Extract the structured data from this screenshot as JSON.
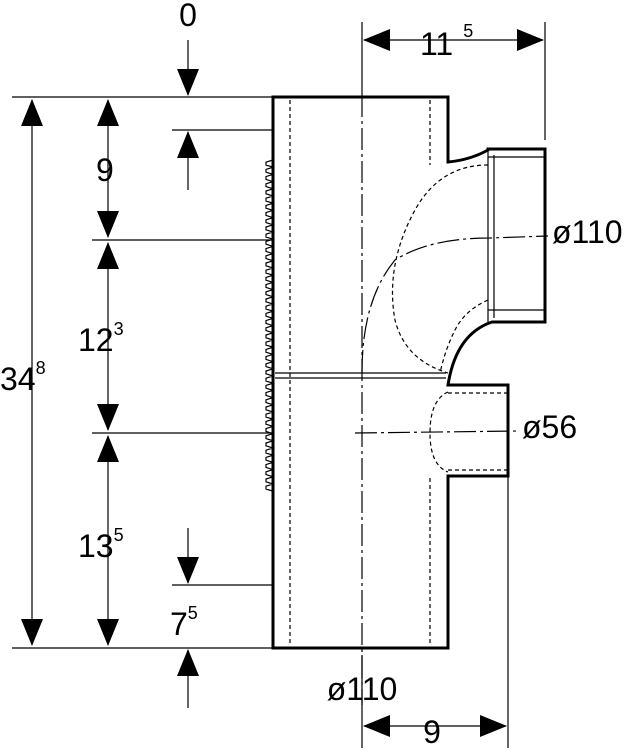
{
  "drawing": {
    "dims": {
      "top_offset": "0",
      "width_main": "11",
      "width_main_sup": "5",
      "top_to_branch": "9",
      "branch_spacing": "12",
      "branch_spacing_sup": "3",
      "overall_height": "34",
      "overall_height_sup": "8",
      "bottom_to_branch": "13",
      "bottom_to_branch_sup": "5",
      "spigot_length": "7",
      "spigot_length_sup": "5",
      "bottom_width": "9",
      "upper_branch_diameter": "ø110",
      "lower_branch_diameter": "ø56",
      "main_diameter": "ø110"
    }
  }
}
